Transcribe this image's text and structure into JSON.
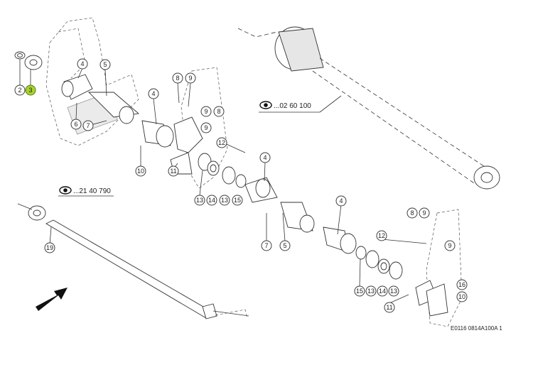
{
  "callouts": {
    "c1": "2",
    "c2": "3",
    "c3": "4",
    "c4": "5",
    "c5": "6",
    "c6": "7",
    "c7": "8",
    "c8": "9",
    "c9": "4",
    "c10": "9",
    "c11": "8",
    "c12": "9",
    "c13": "12",
    "c14": "10",
    "c15": "11",
    "c16": "13",
    "c17": "14",
    "c18": "13",
    "c19": "15",
    "c20": "4",
    "c21": "7",
    "c22": "5",
    "c23": "4",
    "c24": "12",
    "c25": "8",
    "c26": "9",
    "c27": "9",
    "c28": "15",
    "c29": "13",
    "c30": "14",
    "c31": "13",
    "c32": "16",
    "c33": "10",
    "c34": "11",
    "c35": "19"
  },
  "highlight_color": "#a6d22e",
  "references": {
    "ref1": "...02 60 100",
    "ref2": "...21 40 790"
  },
  "reference_icon": "eye-icon",
  "direction_icon": "arrow-icon",
  "footer": "E0116 0814A100A 1"
}
